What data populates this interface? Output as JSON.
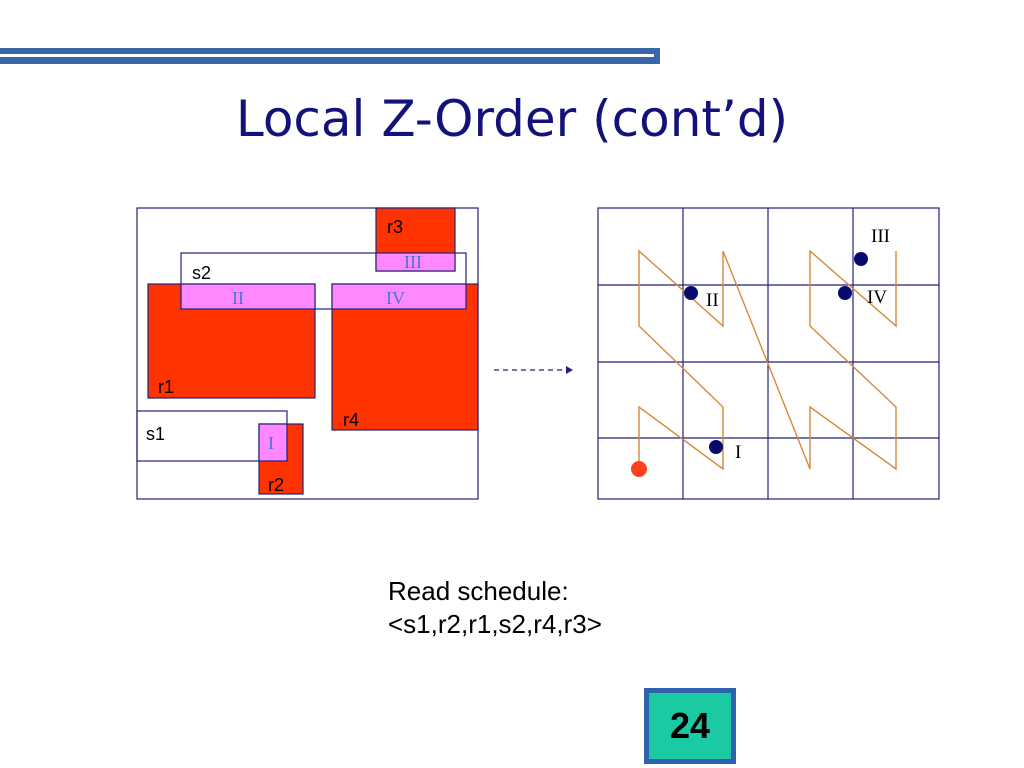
{
  "slide": {
    "title": "Local Z-Order (cont’d)",
    "number": "24"
  },
  "colors": {
    "title": "#12127a",
    "rule": "#3a66a8",
    "red_rect": "#ff3300",
    "overlap": "#ff88ff",
    "overlap_text": "#4477dd",
    "outline": "#22227a",
    "zcurve": "#d48a3a",
    "point": "#0a0a6e",
    "start_point": "#ff4020",
    "badge_fill": "#1bc9a3",
    "badge_border": "#2e62ad"
  },
  "left_diagram": {
    "rects": {
      "r1": "r1",
      "r2": "r2",
      "r3": "r3",
      "r4": "r4",
      "s1": "s1",
      "s2": "s2"
    },
    "overlaps": {
      "I": "I",
      "II": "II",
      "III": "III",
      "IV": "IV"
    }
  },
  "right_diagram": {
    "grid": "4x4",
    "points": {
      "I": "I",
      "II": "II",
      "III": "III",
      "IV": "IV"
    }
  },
  "caption": {
    "line1": "Read schedule:",
    "line2": "<s1,r2,r1,s2,r4,r3>"
  }
}
